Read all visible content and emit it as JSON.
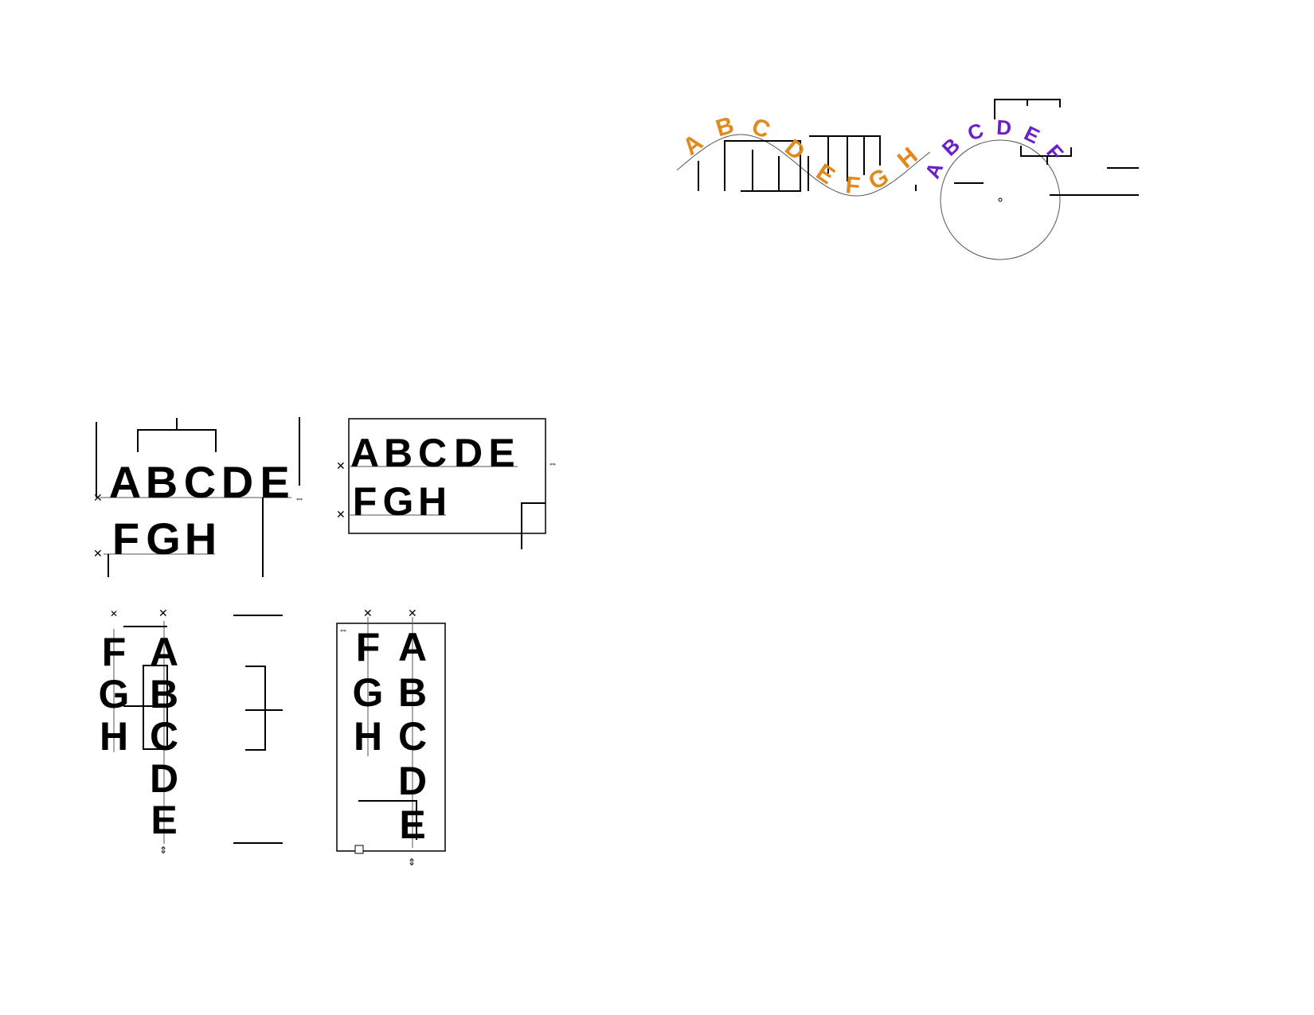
{
  "colors": {
    "wave_text": "#e08a1e",
    "circle_text": "#6a1fc8",
    "plain_text": "#000000"
  },
  "horizontal_frame": {
    "row1": [
      "A",
      "B",
      "C",
      "D",
      "E"
    ],
    "row2": [
      "F",
      "G",
      "H"
    ]
  },
  "horizontal_boxed_frame": {
    "row1": [
      "A",
      "B",
      "C",
      "D",
      "E"
    ],
    "row2": [
      "F",
      "G",
      "H"
    ]
  },
  "vertical_frame": {
    "col1": [
      "A",
      "B",
      "C",
      "D",
      "E"
    ],
    "col2": [
      "F",
      "G",
      "H"
    ]
  },
  "vertical_boxed_frame": {
    "col1": [
      "A",
      "B",
      "C",
      "D",
      "E"
    ],
    "col2": [
      "F",
      "G",
      "H"
    ]
  },
  "wave_path_text": {
    "letters": [
      "A",
      "B",
      "C",
      "D",
      "E",
      "F",
      "G",
      "H"
    ]
  },
  "circle_path_text": {
    "letters": [
      "A",
      "B",
      "C",
      "D",
      "E",
      "F"
    ]
  }
}
